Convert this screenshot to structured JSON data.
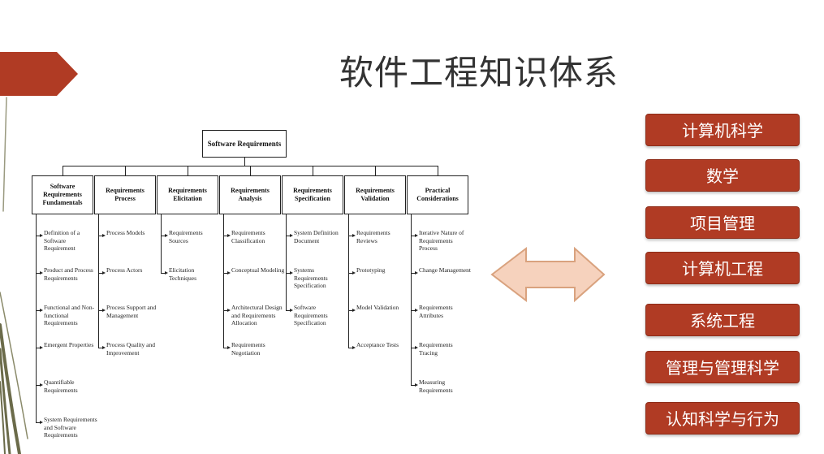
{
  "title": "软件工程知识体系",
  "diagram": {
    "root": "Software Requirements",
    "branches": [
      {
        "header": "Software Requirements Fundamentals",
        "items": [
          "Definition of a Software Requirement",
          "Product and Process Requirements",
          "Functional and Non-functional Requirements",
          "Emergent Properties",
          "Quantifiable Requirements",
          "System Requirements and Software Requirements"
        ]
      },
      {
        "header": "Requirements Process",
        "items": [
          "Process Models",
          "Process Actors",
          "Process Support and Management",
          "Process Quality and Improvement"
        ]
      },
      {
        "header": "Requirements Elicitation",
        "items": [
          "Requirements Sources",
          "Elicitation Techniques"
        ]
      },
      {
        "header": "Requirements Analysis",
        "items": [
          "Requirements Classification",
          "Conceptual Modeling",
          "Architectural Design and Requirements Allocation",
          "Requirements Negotiation"
        ]
      },
      {
        "header": "Requirements Specification",
        "items": [
          "System Definition Document",
          "Systems Requirements Specification",
          "Software Requirements Specification"
        ]
      },
      {
        "header": "Requirements Validation",
        "items": [
          "Requirements Reviews",
          "Prototyping",
          "Model Validation",
          "Acceptance Tests"
        ]
      },
      {
        "header": "Practical Considerations",
        "items": [
          "Iterative Nature of Requirements Process",
          "Change Management",
          "Requirements Attributes",
          "Requirements Tracing",
          "Measuring Requirements"
        ]
      }
    ]
  },
  "disciplines": [
    "计算机科学",
    "数学",
    "项目管理",
    "计算机工程",
    "系统工程",
    "管理与管理科学",
    "认知科学与行为"
  ],
  "colors": {
    "accent": "#b03b24",
    "arrow_fill": "#f6d2bd",
    "arrow_stroke": "#d9a27e"
  }
}
